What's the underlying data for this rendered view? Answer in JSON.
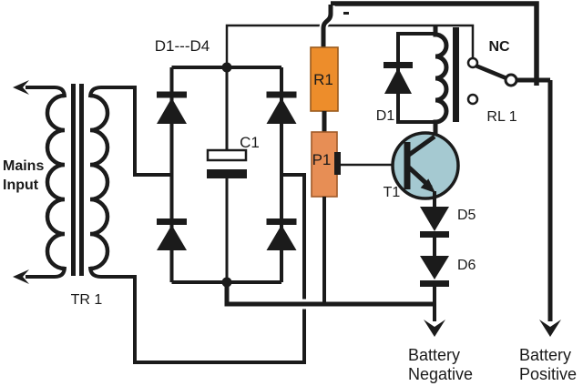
{
  "diagram": {
    "type": "circuit-schematic",
    "subject": "Battery charger with relay over-charge cutoff",
    "colors": {
      "background": "#ffffff",
      "wire": "#1b1b1b",
      "resistor_fill": "#ED8D2B",
      "resistor_border": "#9a5b1d",
      "potentiometer_fill": "#E78E55",
      "potentiometer_border": "#a05a28",
      "transistor_fill": "#A5C9D1",
      "component_label": "#252a52"
    },
    "labels": {
      "bridge": "D1---D4",
      "mains_line1": "Mains",
      "mains_line2": "Input",
      "transformer": "TR 1",
      "capacitor": "C1",
      "resistor": "R1",
      "potentiometer": "P1",
      "flyback_diode": "D1",
      "nc_contact": "NC",
      "relay": "RL 1",
      "transistor": "T1",
      "diode5": "D5",
      "diode6": "D6",
      "battery_negative_line1": "Battery",
      "battery_negative_line2": "Negative",
      "battery_positive_line1": "Battery",
      "battery_positive_line2": "Positive"
    }
  }
}
